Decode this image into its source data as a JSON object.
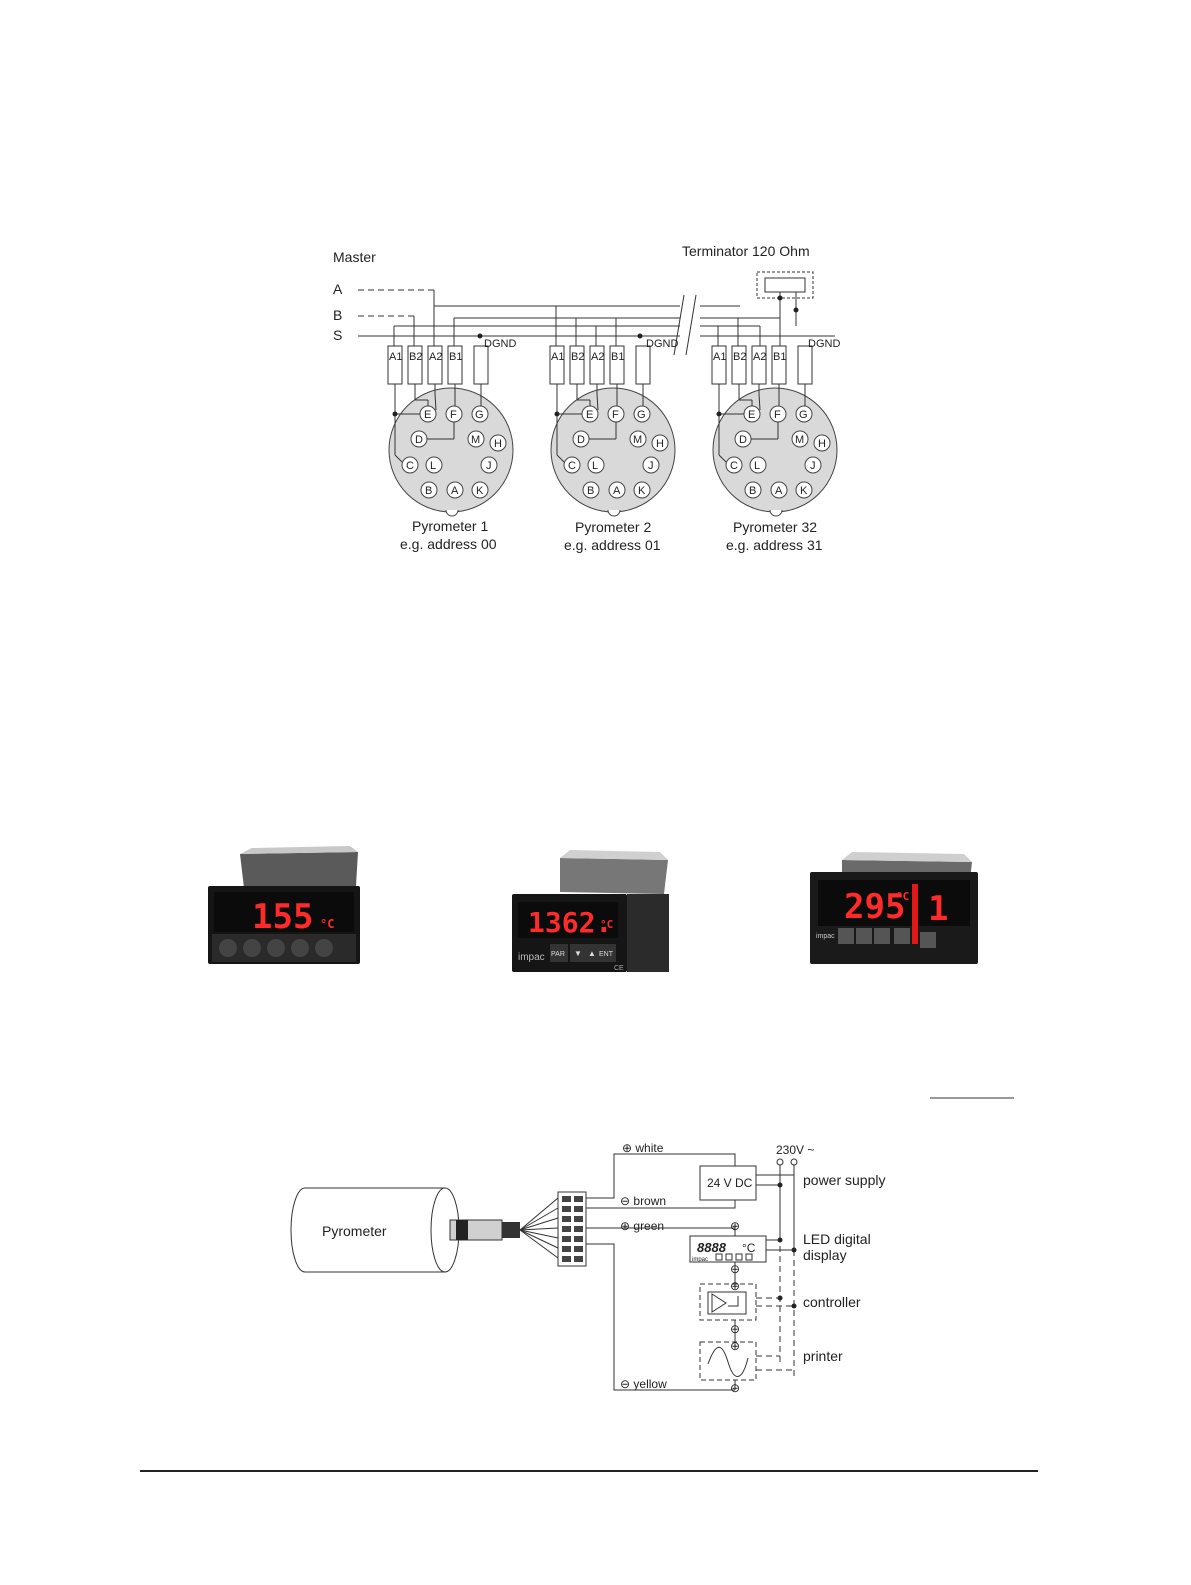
{
  "rs485": {
    "master": "Master",
    "terminator": "Terminator 120 Ohm",
    "bus_lines": [
      "A",
      "B",
      "S"
    ],
    "terminal_labels": [
      "A1",
      "B2",
      "A2",
      "B1"
    ],
    "dgnd": "DGND",
    "pin_letters": [
      "E",
      "F",
      "G",
      "D",
      "M",
      "H",
      "C",
      "L",
      "J",
      "B",
      "A",
      "K"
    ],
    "pyrometers": [
      {
        "name": "Pyrometer 1",
        "address": "e.g. address 00"
      },
      {
        "name": "Pyrometer 2",
        "address": "e.g. address 01"
      },
      {
        "name": "Pyrometer 32",
        "address": "e.g. address 31"
      }
    ]
  },
  "displays": [
    {
      "reading": "155",
      "unit": "°C",
      "buttons": [
        "",
        "",
        "",
        "",
        ""
      ]
    },
    {
      "reading": "1362.",
      "unit": "°C",
      "brand": "impac",
      "buttons": [
        "PAR",
        "▼",
        "▲",
        "ENT"
      ],
      "mark": "CE"
    },
    {
      "reading": "295",
      "unit": "°C",
      "channel": "1",
      "brand": "impac"
    }
  ],
  "wiring": {
    "pyrometer": "Pyrometer",
    "supply": "230V ~",
    "psu": "24 V DC",
    "display_reading": "8888",
    "display_unit": "°C",
    "display_brand": "impac",
    "wires": {
      "white": "white",
      "brown": "brown",
      "green": "green",
      "yellow": "yellow"
    },
    "labels": {
      "power_supply": "power supply",
      "led_display_1": "LED digital",
      "led_display_2": "display",
      "controller": "controller",
      "printer": "printer"
    }
  }
}
